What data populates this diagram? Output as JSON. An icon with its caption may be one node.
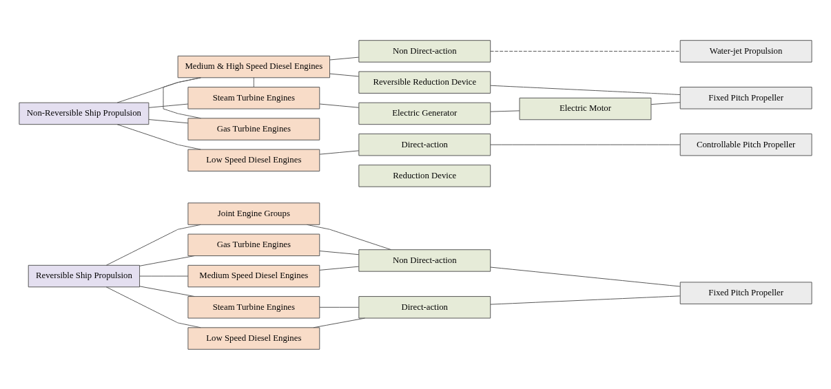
{
  "diagram": {
    "nodes": [
      {
        "text": [
          "Reversible Ship Propulsion"
        ]
      },
      {
        "text": [
          "Low Speed Diesel Engines"
        ]
      },
      {
        "text": [
          "Steam Turbine Engines"
        ]
      },
      {
        "text": [
          "Medium Speed Diesel Engines"
        ]
      },
      {
        "text": [
          "Gas Turbine Engines"
        ]
      },
      {
        "text": [
          "Joint Engine Groups"
        ]
      },
      {
        "text": [
          "Direct-action"
        ]
      },
      {
        "text": [
          "Non Direct-action"
        ]
      },
      {
        "text": [
          "Fixed Pitch Propeller"
        ]
      },
      {
        "text": [
          "Non-Reversible Ship Propulsion"
        ]
      },
      {
        "text": [
          "Low Speed Diesel Engines"
        ]
      },
      {
        "text": [
          "Gas Turbine Engines"
        ]
      },
      {
        "text": [
          "Steam Turbine Engines"
        ]
      },
      {
        "text": [
          "Medium & High Speed Diesel Engines"
        ]
      },
      {
        "text": [
          "Direct-action"
        ]
      },
      {
        "text": [
          "Reduction Device"
        ]
      },
      {
        "text": [
          "Electric Generator"
        ]
      },
      {
        "text": [
          "Electric Motor"
        ]
      },
      {
        "text": [
          "Reversible Reduction Device"
        ]
      },
      {
        "text": [
          "Non Direct-action"
        ]
      },
      {
        "text": [
          "Controllable Pitch Propeller"
        ]
      },
      {
        "text": [
          "Fixed Pitch Propeller"
        ]
      },
      {
        "text": [
          "Water-jet Propulsion"
        ]
      }
    ],
    "edges": [
      {
        "from": 0,
        "to": 1,
        "arrow": "none"
      },
      {
        "from": 0,
        "to": 2,
        "arrow": "none"
      },
      {
        "from": 0,
        "to": 3,
        "arrow": "none"
      },
      {
        "from": 0,
        "to": 4,
        "arrow": "none"
      },
      {
        "from": 0,
        "to": 5,
        "arrow": "none"
      },
      {
        "from": 1,
        "to": 6,
        "arrow": "none"
      },
      {
        "from": 2,
        "to": 6,
        "arrow": "none"
      },
      {
        "from": 3,
        "to": 7,
        "arrow": "none"
      },
      {
        "from": 4,
        "to": 7,
        "arrow": "none"
      },
      {
        "from": 5,
        "to": 7,
        "arrow": "none"
      },
      {
        "from": 6,
        "to": 8,
        "arrow": "none"
      },
      {
        "from": 7,
        "to": 8,
        "arrow": "none"
      },
      {
        "from": 9,
        "to": 10,
        "arrow": "none"
      },
      {
        "from": 9,
        "to": 11,
        "arrow": "none"
      },
      {
        "from": 9,
        "to": 12,
        "arrow": "none"
      },
      {
        "from": 9,
        "to": 13,
        "arrow": "none"
      },
      {
        "from": 10,
        "to": 14,
        "arrow": "none"
      },
      {
        "from": 14,
        "to": 20,
        "arrow": "none"
      },
      {
        "from": 11,
        "to": 13,
        "arrow": "none"
      },
      {
        "from": 12,
        "to": 13,
        "arrow": "none"
      },
      {
        "from": 12,
        "to": 16,
        "arrow": "none"
      },
      {
        "from": 16,
        "to": 17,
        "arrow": "none"
      },
      {
        "from": 17,
        "to": 21,
        "arrow": "none"
      },
      {
        "from": 13,
        "to": 18,
        "arrow": "none"
      },
      {
        "from": 18,
        "to": 21,
        "arrow": "none"
      },
      {
        "from": 13,
        "to": 19,
        "arrow": "none"
      },
      {
        "from": 19,
        "to": 22,
        "arrow": "none",
        "style": "dashed"
      }
    ]
  }
}
